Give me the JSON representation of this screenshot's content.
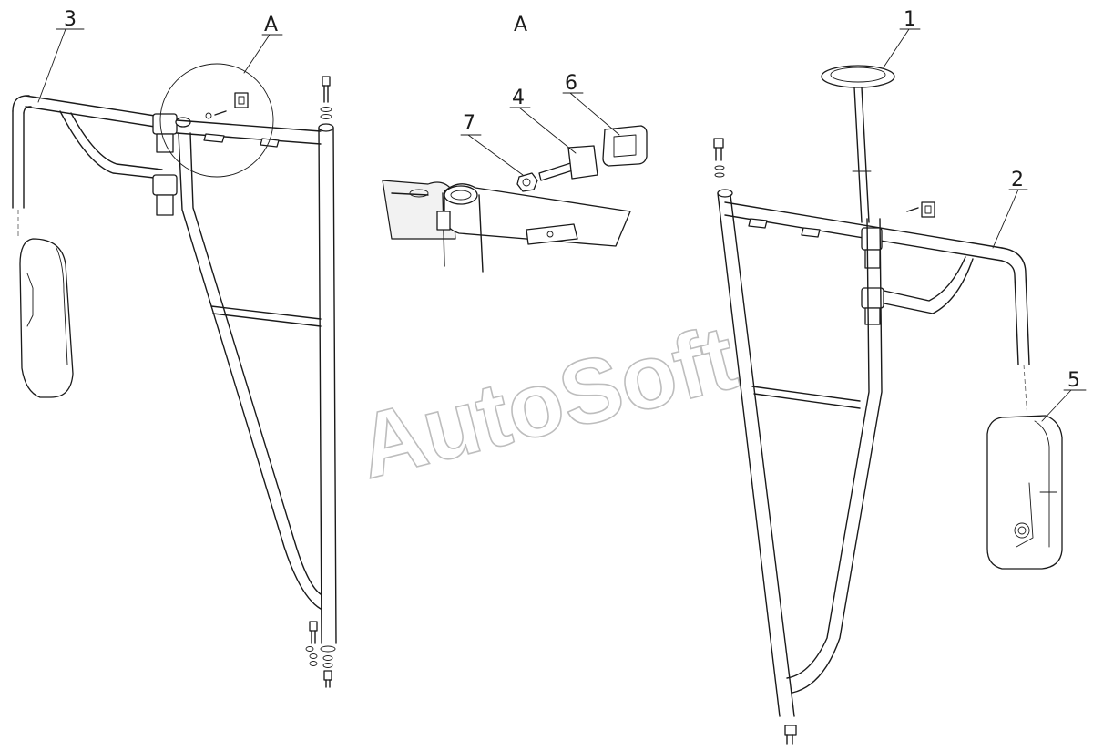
{
  "watermark": "AutoSoft",
  "view_label": "A",
  "callouts": {
    "c1": "1",
    "c2": "2",
    "c3": "3",
    "c4": "4",
    "c5": "5",
    "c6": "6",
    "c7": "7",
    "detail_ref": "A"
  }
}
